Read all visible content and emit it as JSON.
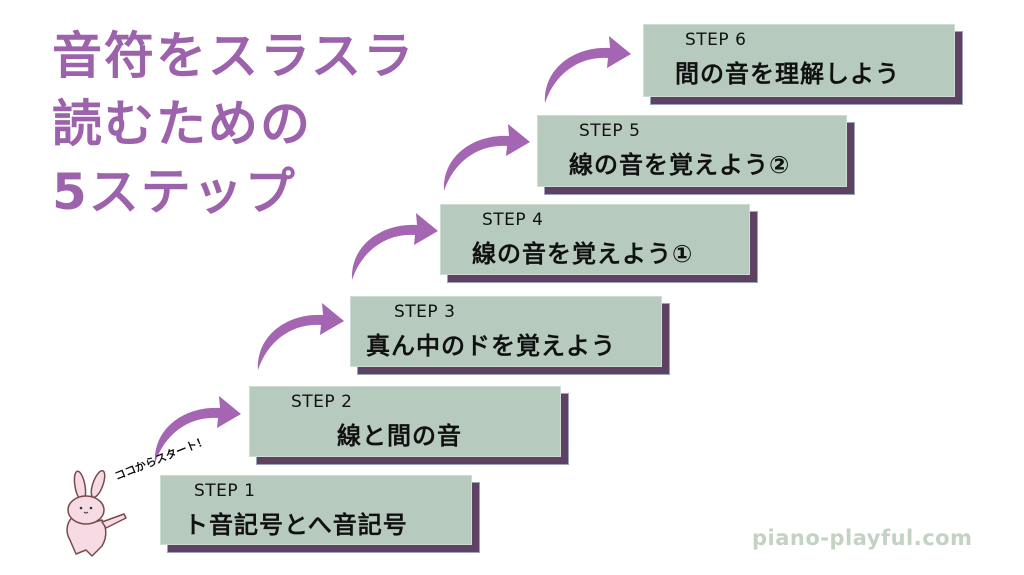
{
  "title": {
    "lines": [
      "音符をスラスラ",
      "読むための",
      "5ステップ"
    ]
  },
  "steps": [
    {
      "label": "STEP 1",
      "text": "ト音記号とへ音記号"
    },
    {
      "label": "STEP 2",
      "text": "線と間の音"
    },
    {
      "label": "STEP 3",
      "text": "真ん中のドを覚えよう"
    },
    {
      "label": "STEP 4",
      "text": "線の音を覚えよう①"
    },
    {
      "label": "STEP 5",
      "text": "線の音を覚えよう②"
    },
    {
      "label": "STEP 6",
      "text": "間の音を理解しよう"
    }
  ],
  "mascot": {
    "icon": "rabbit-icon",
    "speech": "ココからスタート！"
  },
  "footer": {
    "site": "piano-playful.com"
  },
  "colors": {
    "title": "#9c62ab",
    "arrow": "#a466b3",
    "box": "#b6cbbe",
    "shadow": "#5e4163",
    "footer": "#c3d2c3"
  }
}
